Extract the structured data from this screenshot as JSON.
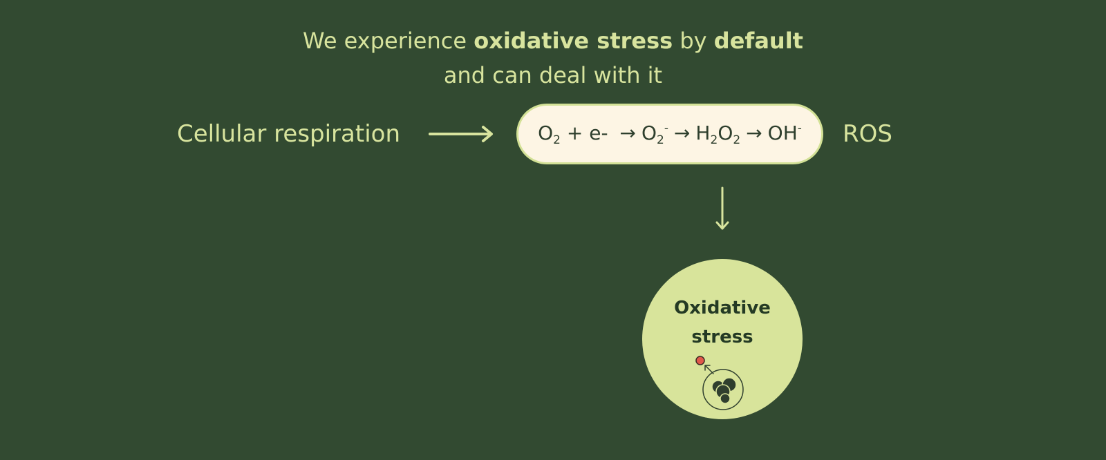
{
  "headline": {
    "part1": "We experience ",
    "bold1": "oxidative stress",
    "part2": " by ",
    "bold2": "default",
    "line2": "and can deal with it"
  },
  "source_label": "Cellular respiration",
  "reaction": {
    "o": "O",
    "sub2": "2",
    "plus_e": " + e- ",
    "arrow": "→",
    "minus": "-",
    "h": "H",
    "oh": "OH"
  },
  "ros_label": "ROS",
  "outcome": {
    "line1": "Oxidative",
    "line2": "stress"
  },
  "colors": {
    "background": "#324a31",
    "text_light": "#d8e49e",
    "pill_fill": "#fdf5e4",
    "circle_fill": "#d8e49b",
    "radical_dot": "#e0584a"
  }
}
